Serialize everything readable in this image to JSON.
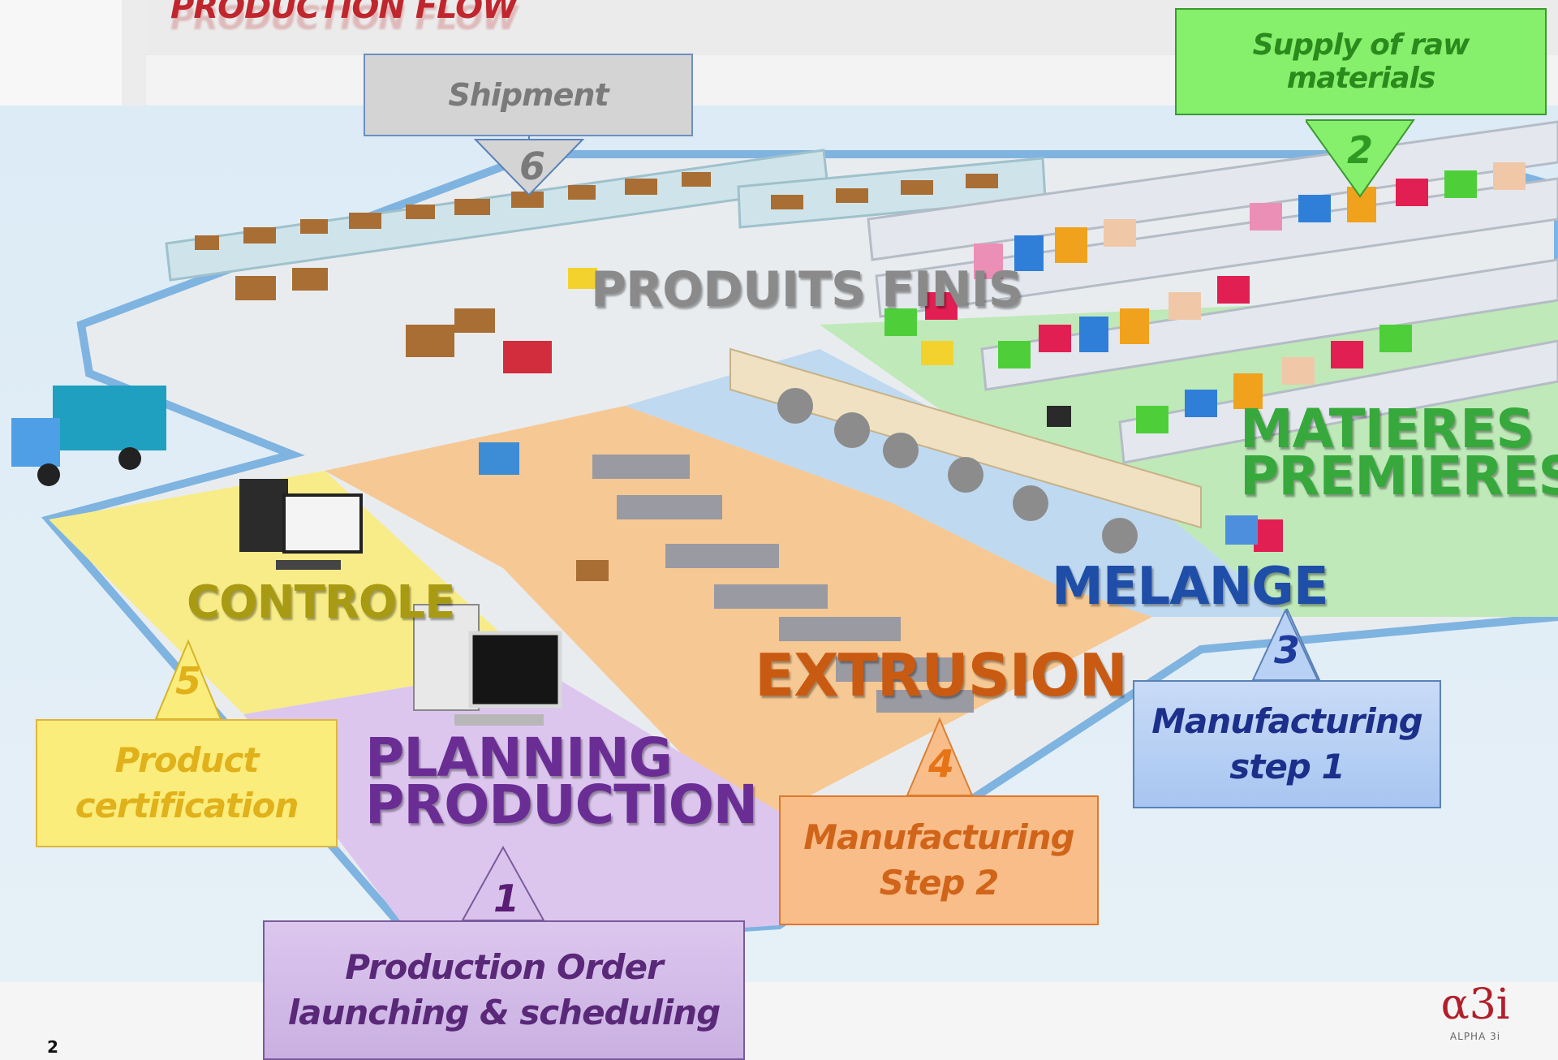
{
  "title": "PRODUCTION FLOW",
  "page_number": "2",
  "zones": {
    "produits_finis": "PRODUITS FINIS",
    "matieres_premieres": "MATIERES PREMIERES",
    "melange": "MELANGE",
    "extrusion": "EXTRUSION",
    "controle": "CONTROLE",
    "planning_production": "PLANNING PRODUCTION"
  },
  "steps": [
    {
      "number": "1",
      "label": "Production Order launching & scheduling",
      "color": "#d9c3ec"
    },
    {
      "number": "2",
      "label": "Supply of raw materials",
      "color": "#86ef6c"
    },
    {
      "number": "3",
      "label": "Manufacturing step 1",
      "color": "#b9d1f4"
    },
    {
      "number": "4",
      "label": "Manufacturing Step 2",
      "color": "#f9bd89"
    },
    {
      "number": "5",
      "label": "Product certification",
      "color": "#fbed7c"
    },
    {
      "number": "6",
      "label": "Shipment",
      "color": "#d4d4d4"
    }
  ],
  "logo_text": "α3i",
  "logo_caption": "ALPHA 3i"
}
